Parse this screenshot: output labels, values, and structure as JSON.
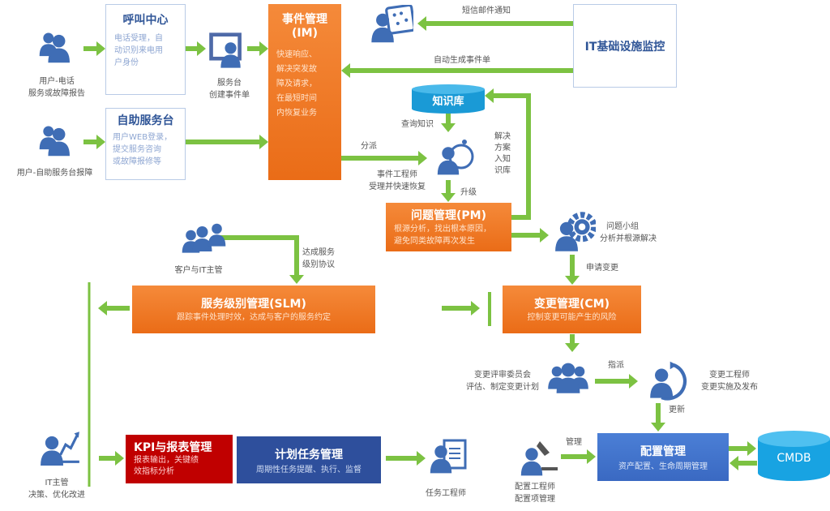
{
  "users_phone": {
    "label1": "用户-电话",
    "label2": "服务或故障报告"
  },
  "call_center": {
    "title": "呼叫中心",
    "body": [
      "电话受理，自",
      "动识别来电用",
      "户身份"
    ]
  },
  "service_desk": {
    "label1": "服务台",
    "label2": "创建事件单"
  },
  "incident_mgmt": {
    "title1": "事件管理",
    "title2": "(IM)",
    "body": [
      "快速响应、",
      "解决突发故",
      "障及请求，",
      "在最短时间",
      "内恢复业务"
    ]
  },
  "users_self": {
    "label": "用户-自助服务台报障"
  },
  "self_service": {
    "title": "自助服务台",
    "body": [
      "用户WEB登录，",
      "提交服务咨询",
      "或故障报修等"
    ]
  },
  "notify": {
    "label": "短信邮件通知"
  },
  "it_monitor": {
    "title": "IT基础设施监控"
  },
  "auto_ticket": {
    "label": "自动生成事件单"
  },
  "knowledge_base": {
    "title": "知识库",
    "query_label": "查询知识",
    "feedback_label": [
      "解决",
      "方案",
      "入知",
      "识库"
    ]
  },
  "dispatch": {
    "label": "分派"
  },
  "incident_engineer": {
    "label1": "事件工程师",
    "label2": "受理并快速恢复"
  },
  "escalate": {
    "label": "升级"
  },
  "problem_mgmt": {
    "title": "问题管理(PM)",
    "body": [
      "根源分析，找出根本原因，",
      "避免同类故障再次发生"
    ]
  },
  "problem_team": {
    "label1": "问题小组",
    "label2": "分析并根源解决"
  },
  "request_change": {
    "label": "申请变更"
  },
  "customer": {
    "label": "客户与IT主管",
    "sla_label": [
      "达成服务",
      "级别协议"
    ]
  },
  "slm": {
    "title": "服务级别管理(SLM)",
    "body": "跟踪事件处理时效，达成与客户的服务约定"
  },
  "change_mgmt": {
    "title": "变更管理(CM)",
    "body": "控制变更可能产生的风险"
  },
  "cab": {
    "label1": "变更评审委员会",
    "label2": "评估、制定变更计划"
  },
  "assign": {
    "label": "指派"
  },
  "change_engineer": {
    "label1": "变更工程师",
    "label2": "变更实施及发布"
  },
  "update": {
    "label": "更新"
  },
  "config_mgmt": {
    "title": "配置管理",
    "body": "资产配置、生命周期管理"
  },
  "cmdb": {
    "title": "CMDB"
  },
  "manage": {
    "label": "管理"
  },
  "config_engineer": {
    "label1": "配置工程师",
    "label2": "配置项管理"
  },
  "task_engineer": {
    "label": "任务工程师"
  },
  "task_mgmt": {
    "title": "计划任务管理",
    "body": "周期性任务提醒、执行、监督"
  },
  "kpi": {
    "title": "KPI与报表管理",
    "body": [
      "报表输出，关键绩",
      "效指标分析"
    ]
  },
  "it_manager": {
    "label1": "IT主管",
    "label2": "决策、优化改进"
  },
  "colors": {
    "green": "#7cc242",
    "orange": "#ef7a26",
    "icon_blue": "#3f6db5",
    "red": "#c00000",
    "navy": "#2e4f9c",
    "config_blue": "#4275cc",
    "cyan": "#1aa3e0"
  }
}
